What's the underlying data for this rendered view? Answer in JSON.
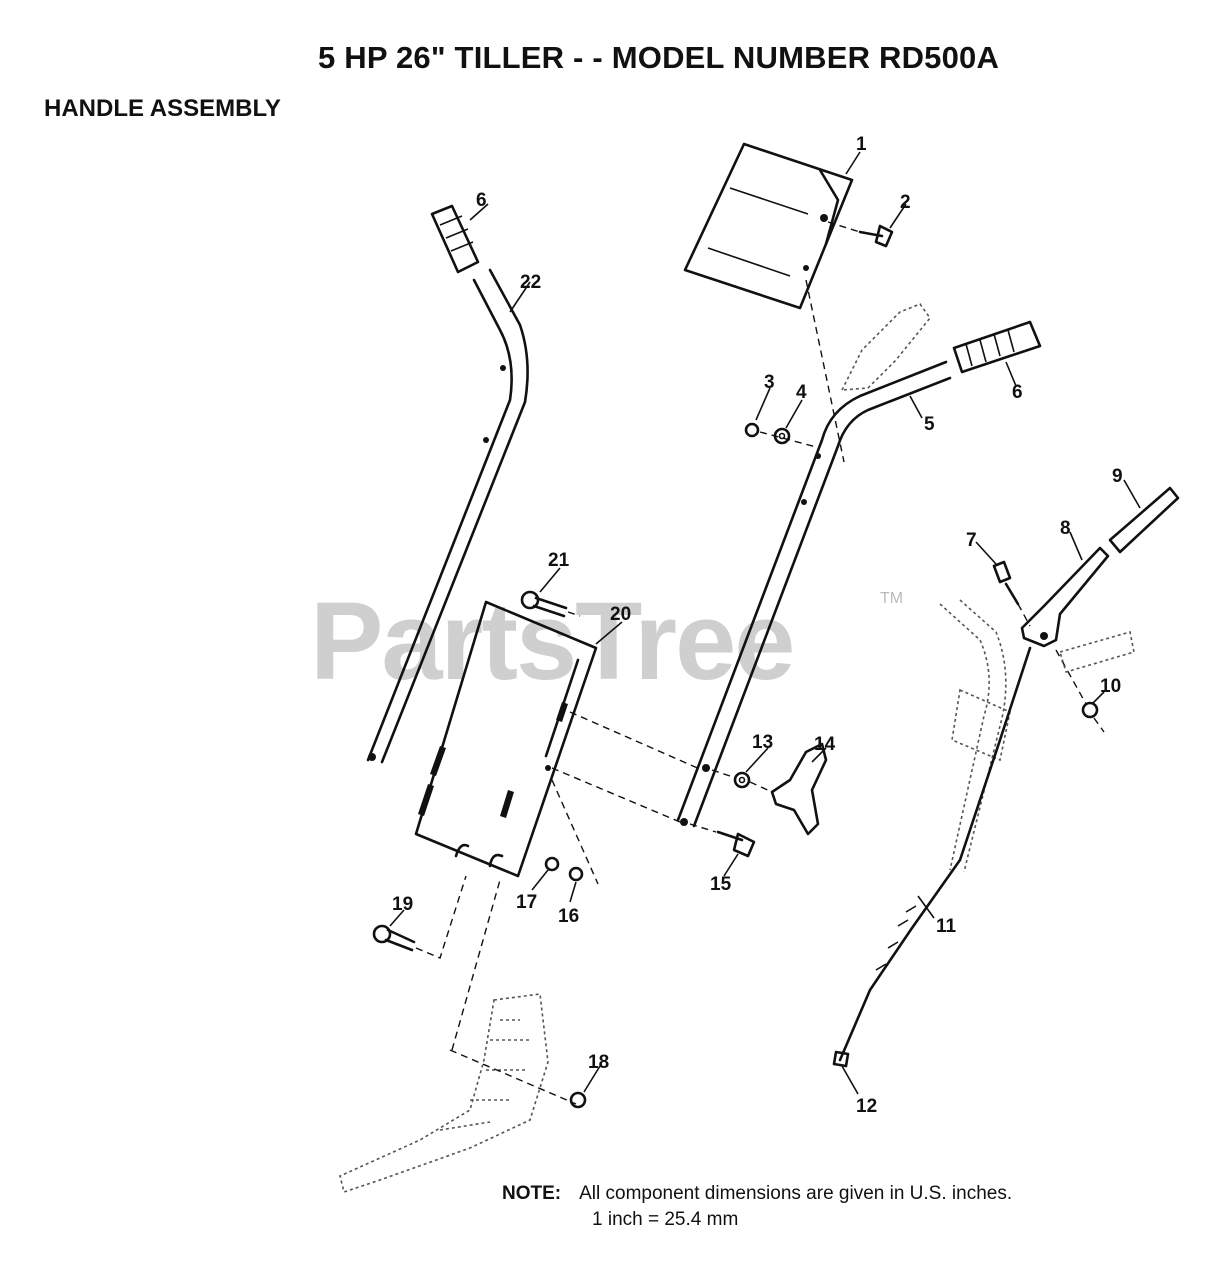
{
  "title": "5 HP  26\" TILLER - - MODEL NUMBER RD500A",
  "subtitle": "HANDLE ASSEMBLY",
  "watermark": {
    "text": "PartsTree",
    "trademark": "TM"
  },
  "note": {
    "label": "NOTE:",
    "line1": "All component dimensions are given in U.S. inches.",
    "line2": "1 inch = 25.4 mm"
  },
  "callouts": [
    "1",
    "2",
    "3",
    "4",
    "5",
    "6",
    "6",
    "7",
    "8",
    "9",
    "10",
    "11",
    "12",
    "13",
    "14",
    "15",
    "16",
    "17",
    "18",
    "19",
    "20",
    "21",
    "22"
  ]
}
